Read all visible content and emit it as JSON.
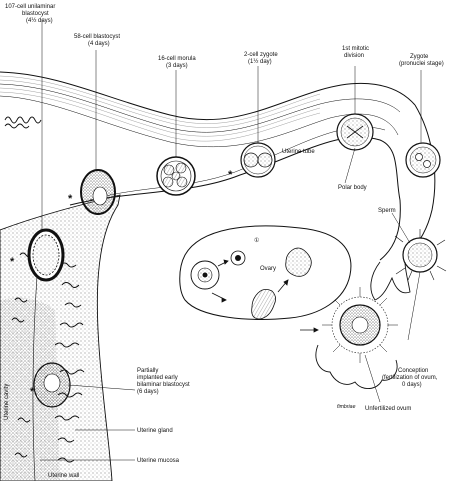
{
  "labels": {
    "blast107": [
      "107-cell unilaminar",
      "blastocyst",
      "(4½ days)"
    ],
    "blast58": [
      "58-cell blastocyst",
      "(4 days)"
    ],
    "morula16": [
      "16-cell morula",
      "(3 days)"
    ],
    "zygote2": [
      "2-cell zygote",
      "(1½ day)"
    ],
    "mitotic": [
      "1st mitotic",
      "division"
    ],
    "zygote_pron": [
      "Zygote",
      "(pronuclei stage)"
    ],
    "uterine_tube": "Uterine tube",
    "polar_body": "Polar body",
    "sperm": "Sperm",
    "ovary": "Ovary",
    "partial_implant": [
      "Partially",
      "implanted early",
      "bilaminar blastocyst",
      "(6 days)"
    ],
    "conception": [
      "Conception",
      "(fertilization of ovum,",
      "0 days)"
    ],
    "unfertilized": "Unfertilized ovum",
    "uterine_gland": "Uterine gland",
    "uterine_mucosa": "Uterine mucosa",
    "uterine_wall": "Uterine wall",
    "uterine_cavity": "Uterine cavity",
    "fimbriae": "fimbriae",
    "ovary_num": "①",
    "asterisk": "*"
  },
  "colors": {
    "ink": "#111111",
    "paper": "#ffffff",
    "stipple": "#555555"
  }
}
